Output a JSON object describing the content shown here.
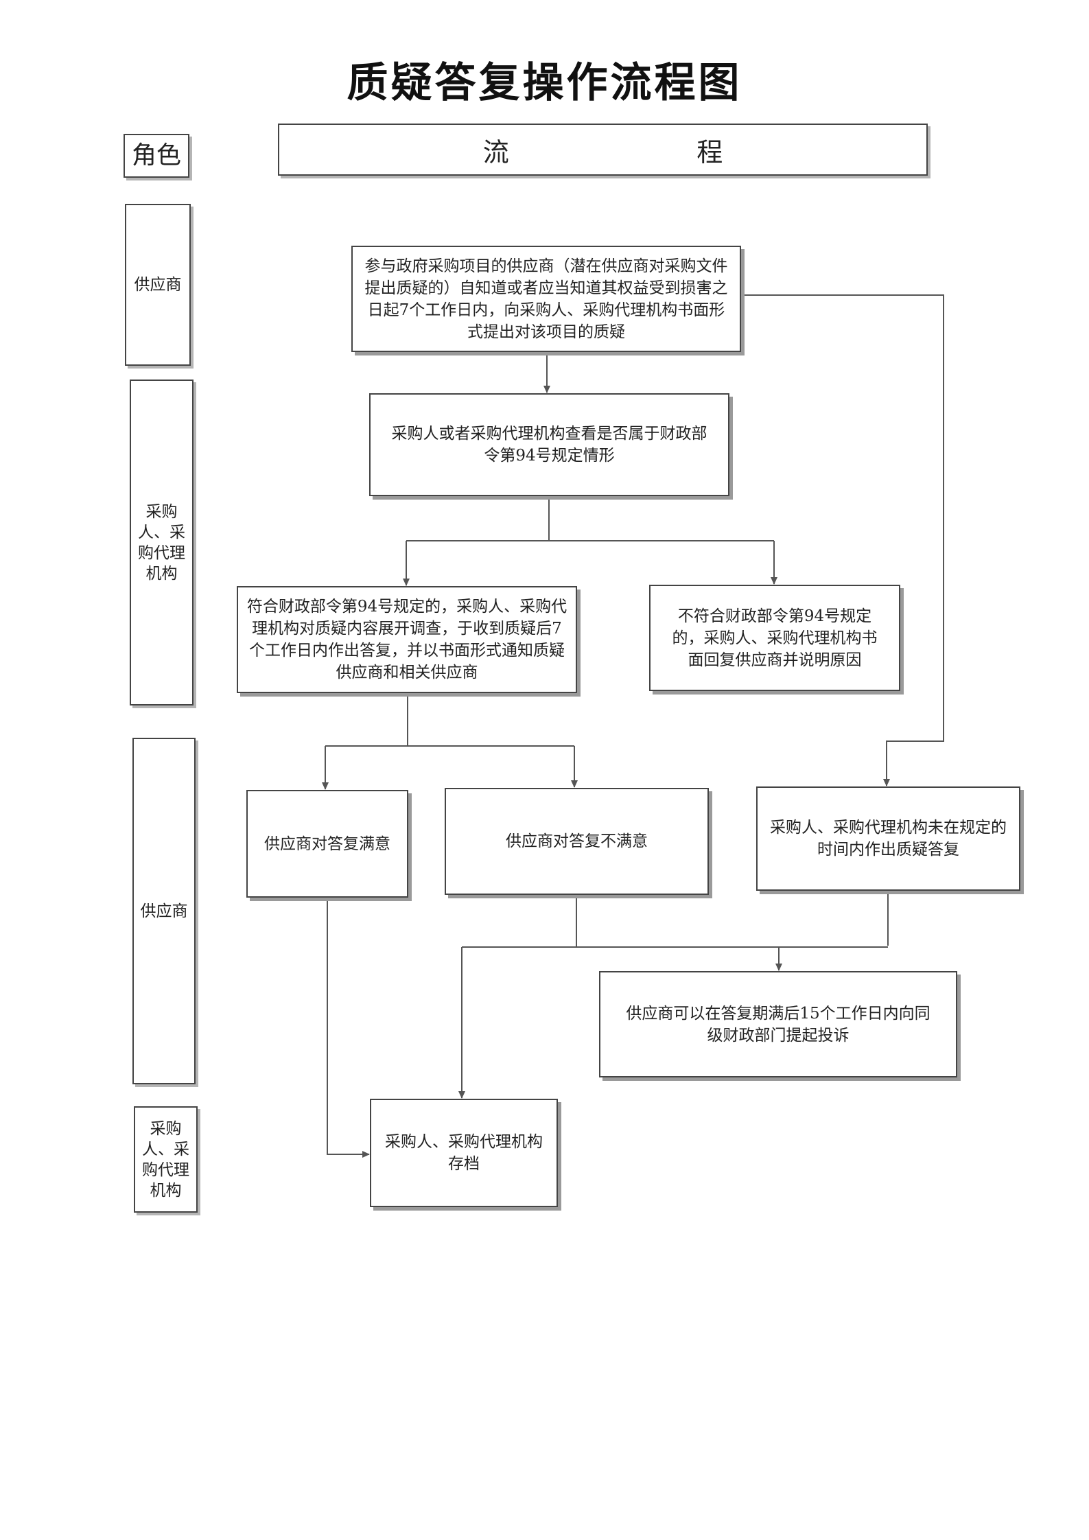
{
  "title": "质疑答复操作流程图",
  "header": {
    "role_label": "角色",
    "flow_label_1": "流",
    "flow_label_2": "程"
  },
  "roles": [
    {
      "id": "supplier-1",
      "label": "供应商"
    },
    {
      "id": "purchaser-1",
      "label": "采购人、采购代理机构"
    },
    {
      "id": "supplier-2",
      "label": "供应商"
    },
    {
      "id": "purchaser-2",
      "label": "采购人、采购代理机构"
    }
  ],
  "nodes": {
    "start": "参与政府采购项目的供应商（潜在供应商对采购文件提出质疑的）自知道或者应当知道其权益受到损害之日起7个工作日内，向采购人、采购代理机构书面形式提出对该项目的质疑",
    "check": "采购人或者采购代理机构查看是否属于财政部令第94号规定情形",
    "comply": "符合财政部令第94号规定的，采购人、采购代理机构对质疑内容展开调查，于收到质疑后7个工作日内作出答复，并以书面形式通知质疑供应商和相关供应商",
    "not_comply": "不符合财政部令第94号规定的，采购人、采购代理机构书面回复供应商并说明原因",
    "satisfied": "供应商对答复满意",
    "unsatisfied": "供应商对答复不满意",
    "no_reply": "采购人、采购代理机构未在规定的时间内作出质疑答复",
    "complaint": "供应商可以在答复期满后15个工作日内向同级财政部门提起投诉",
    "archive": "采购人、采购代理机构存档"
  },
  "colors": {
    "line": "#555555",
    "border": "#444444",
    "shadow": "#9a9a9a",
    "text": "#222222"
  }
}
